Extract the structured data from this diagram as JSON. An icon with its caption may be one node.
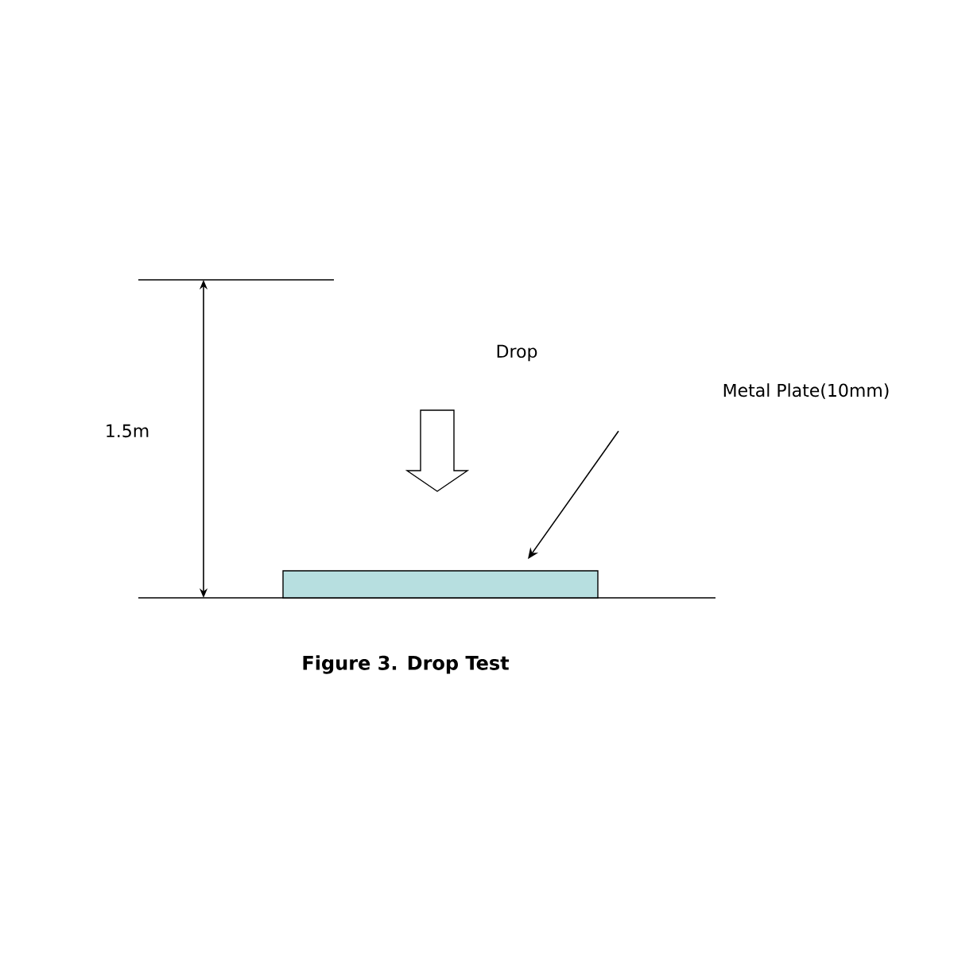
{
  "diagram": {
    "caption": "Figure 3. Drop Test",
    "nodes": [
      {
        "text": [
          "Metal Plate(10mm)"
        ]
      },
      {
        "text": [],
        "shape": "box"
      }
    ],
    "edges": [
      {
        "from": 0,
        "to": 1,
        "arrow": "to"
      }
    ],
    "labels": [
      "Drop",
      "1.5m"
    ]
  }
}
